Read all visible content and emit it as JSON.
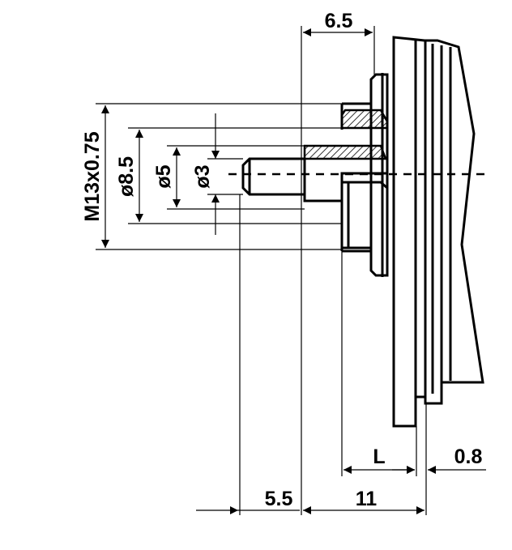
{
  "dimensions": {
    "top_width": "6.5",
    "thread": "M13x0.75",
    "dia_8_5": "ø8.5",
    "dia_5": "ø5",
    "dia_3": "ø3",
    "length_L": "L",
    "offset_0_8": "0.8",
    "dist_5_5": "5.5",
    "dist_11": "11"
  }
}
